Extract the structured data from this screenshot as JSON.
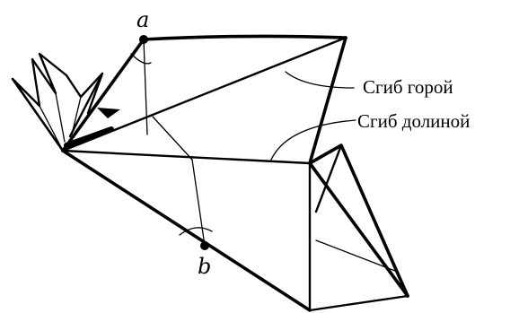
{
  "labels": {
    "point_a": "a",
    "point_b": "b",
    "mountain_fold": "Сгиб горой",
    "valley_fold": "Сгиб долиной"
  }
}
